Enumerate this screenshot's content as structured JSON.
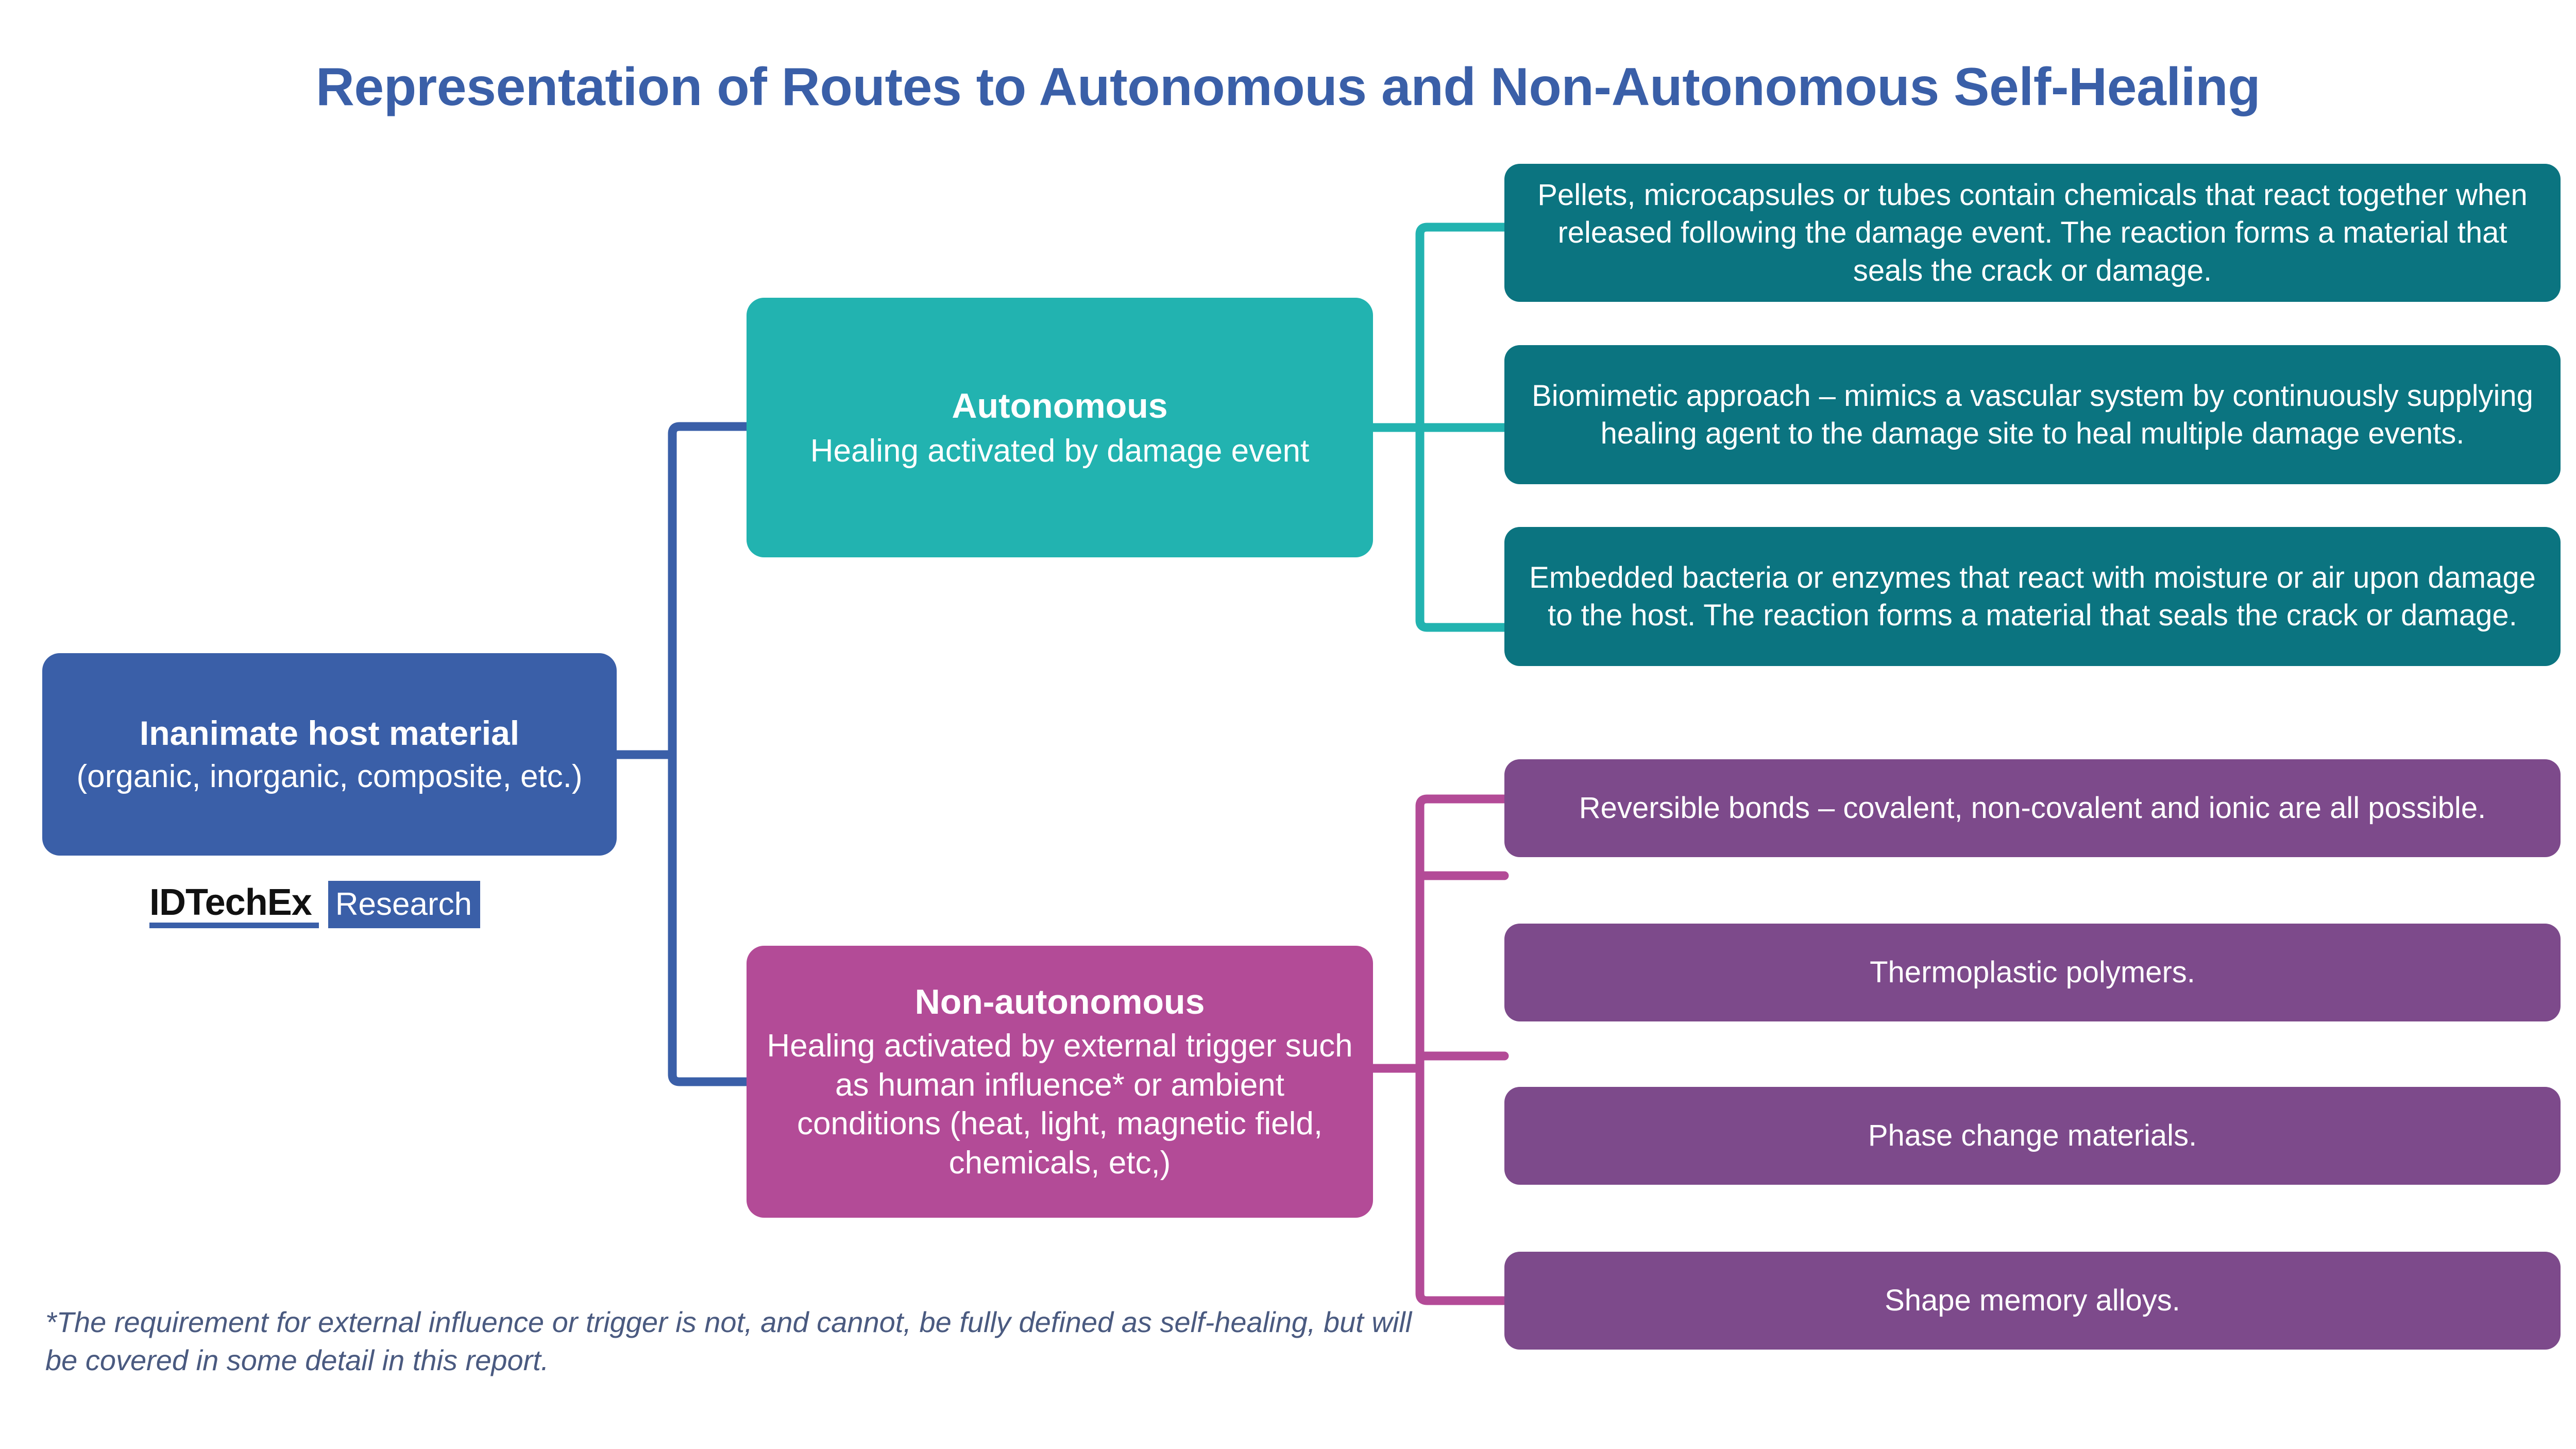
{
  "title": "Representation of Routes to Autonomous and Non-Autonomous Self-Healing",
  "colors": {
    "title_blue": "#3A5FA8",
    "host_blue": "#3A5FA8",
    "autonomous_teal": "#22B3B0",
    "autonomous_leaf_teal": "#0B7480",
    "nonautonomous_magenta": "#B34B97",
    "nonautonomous_leaf_purple": "#7D4A8B",
    "footnote_text": "#4A5A80",
    "background": "#FFFFFF"
  },
  "host": {
    "heading": "Inanimate host material",
    "subtext": "(organic, inorganic, composite, etc.)"
  },
  "branches": [
    {
      "id": "autonomous",
      "heading": "Autonomous",
      "subtext": "Healing activated by damage event",
      "leaves": [
        "Pellets, microcapsules or tubes contain chemicals that react together when released following the damage event. The reaction forms a material that seals the crack or damage.",
        "Biomimetic approach – mimics a vascular system by continuously supplying healing agent to the damage site to heal multiple damage events.",
        "Embedded bacteria or enzymes that react with moisture or air upon damage to the host. The reaction forms a material that seals the crack or damage."
      ]
    },
    {
      "id": "non-autonomous",
      "heading": "Non-autonomous",
      "subtext": "Healing activated by external trigger such as human influence* or ambient conditions (heat, light, magnetic field, chemicals, etc,)",
      "leaves": [
        "Reversible bonds – covalent, non-covalent and ionic are all possible.",
        "Thermoplastic polymers.",
        "Phase change materials.",
        "Shape memory alloys."
      ]
    }
  ],
  "logo": {
    "word": "IDTechEx",
    "research": "Research"
  },
  "footnote": "*The requirement for external influence or trigger is not, and cannot, be fully defined as self-healing, but will be covered in some detail in this report."
}
